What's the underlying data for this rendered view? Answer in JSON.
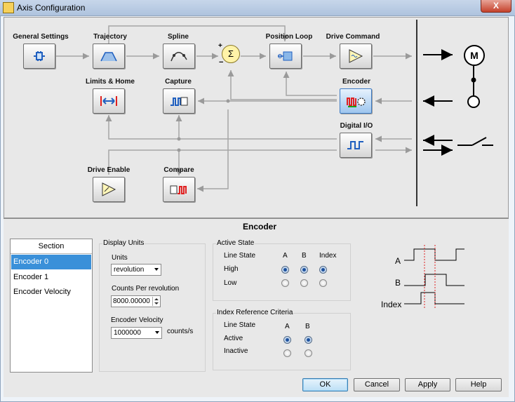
{
  "window": {
    "title": "Axis Configuration",
    "close_glyph": "X"
  },
  "diagram": {
    "labels": {
      "general_settings": "General Settings",
      "trajectory": "Trajectory",
      "spline": "Spline",
      "position_loop": "Position Loop",
      "drive_command": "Drive Command",
      "limits_home": "Limits & Home",
      "capture": "Capture",
      "encoder": "Encoder",
      "digital_io": "Digital I/O",
      "drive_enable": "Drive Enable",
      "compare": "Compare"
    },
    "sum_symbol": "Σ",
    "plus": "+",
    "minus": "−",
    "motor_letter": "M",
    "selected_block": "encoder"
  },
  "section": {
    "title": "Encoder",
    "list_header": "Section",
    "items": [
      "Encoder 0",
      "Encoder 1",
      "Encoder Velocity"
    ],
    "selected_index": 0
  },
  "display_units": {
    "group_title": "Display Units",
    "units_label": "Units",
    "units_value": "revolution",
    "counts_label": "Counts Per revolution",
    "counts_value": "8000.00000",
    "velocity_label": "Encoder Velocity",
    "velocity_value": "1000000",
    "velocity_unit": "counts/s"
  },
  "active_state": {
    "group_title": "Active State",
    "header": "Line State",
    "col_a": "A",
    "col_b": "B",
    "col_index": "Index",
    "row_high": "High",
    "row_low": "Low",
    "selected_row": "High"
  },
  "index_ref": {
    "group_title": "Index Reference Criteria",
    "header": "Line State",
    "col_a": "A",
    "col_b": "B",
    "row_active": "Active",
    "row_inactive": "Inactive",
    "selected_row": "Active"
  },
  "waveform": {
    "label_a": "A",
    "label_b": "B",
    "label_index": "Index"
  },
  "buttons": {
    "ok": "OK",
    "cancel": "Cancel",
    "apply": "Apply",
    "help": "Help"
  },
  "colors": {
    "selection": "#3a90d9",
    "red_icon": "#e02020",
    "blue_icon": "#1f5fbf",
    "sum_fill": "#fff3a8"
  }
}
